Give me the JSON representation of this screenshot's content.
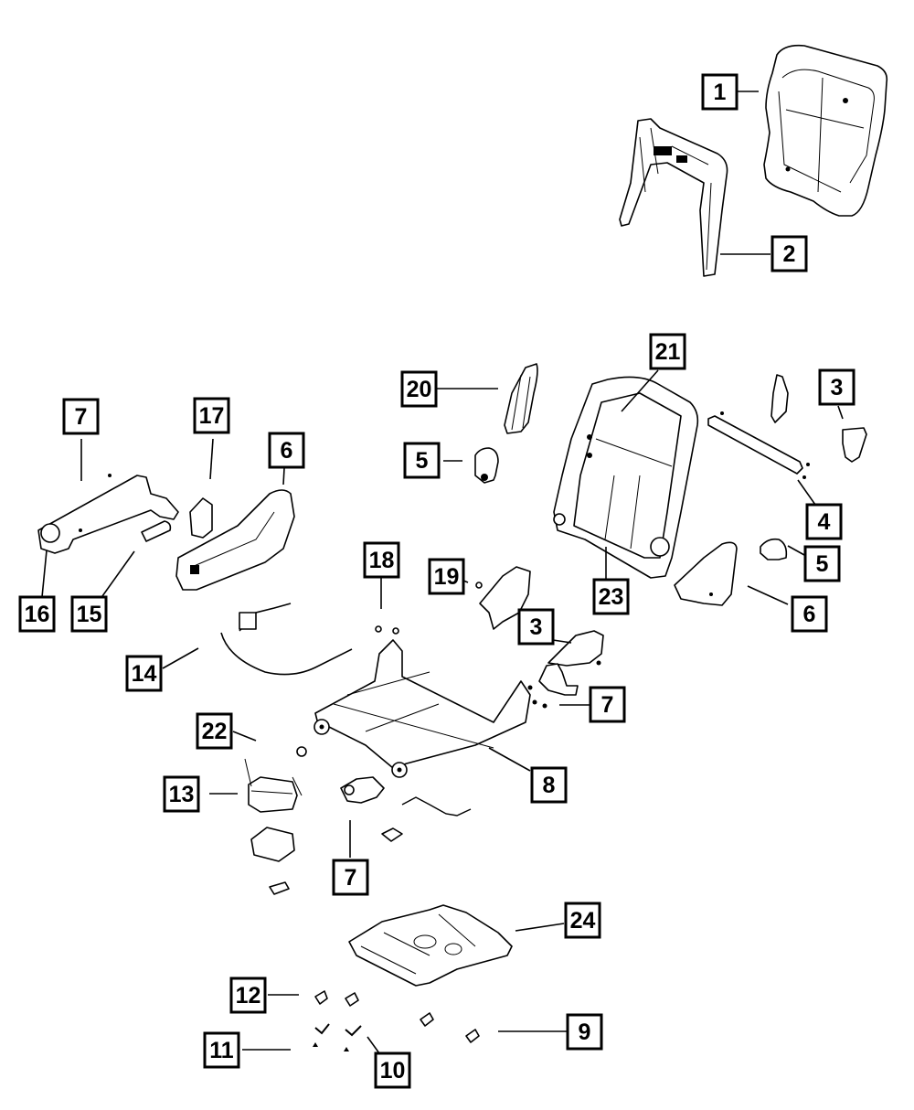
{
  "diagram": {
    "title": "Seat assembly exploded parts diagram",
    "colors": {
      "line": "#000000",
      "background": "#ffffff"
    },
    "callouts": [
      {
        "id": "c1",
        "label": "1",
        "part": "seat-back-cushion-cover"
      },
      {
        "id": "c2",
        "label": "2",
        "part": "seat-back-panel"
      },
      {
        "id": "c3a",
        "label": "3",
        "part": "bracket-upper-right"
      },
      {
        "id": "c4",
        "label": "4",
        "part": "cross-bar"
      },
      {
        "id": "c5a",
        "label": "5",
        "part": "recliner-cover-left"
      },
      {
        "id": "c5b",
        "label": "5",
        "part": "recliner-cover-right"
      },
      {
        "id": "c6a",
        "label": "6",
        "part": "seat-shield-outboard"
      },
      {
        "id": "c6b",
        "label": "6",
        "part": "seat-shield-inboard"
      },
      {
        "id": "c7a",
        "label": "7",
        "part": "side-trim-upper-left"
      },
      {
        "id": "c20",
        "label": "20",
        "part": "side-airbag-module"
      },
      {
        "id": "c21",
        "label": "21",
        "part": "seat-back-frame"
      },
      {
        "id": "c23",
        "label": "23",
        "part": "recliner-mechanism"
      },
      {
        "id": "c17",
        "label": "17",
        "part": "switch-bezel"
      },
      {
        "id": "c16",
        "label": "16",
        "part": "handle-end-cap"
      },
      {
        "id": "c15",
        "label": "15",
        "part": "handle"
      },
      {
        "id": "c18",
        "label": "18",
        "part": "nut"
      },
      {
        "id": "c19",
        "label": "19",
        "part": "push-nut"
      },
      {
        "id": "c3b",
        "label": "3",
        "part": "bracket-lower"
      },
      {
        "id": "c14",
        "label": "14",
        "part": "wiring-harness"
      },
      {
        "id": "c7b",
        "label": "7",
        "part": "side-trim-right"
      },
      {
        "id": "c22",
        "label": "22",
        "part": "clip"
      },
      {
        "id": "c8",
        "label": "8",
        "part": "seat-adjuster-track"
      },
      {
        "id": "c13",
        "label": "13",
        "part": "control-module"
      },
      {
        "id": "c7c",
        "label": "7",
        "part": "side-trim-lower"
      },
      {
        "id": "c24",
        "label": "24",
        "part": "seat-cushion-pan"
      },
      {
        "id": "c12",
        "label": "12",
        "part": "retainer"
      },
      {
        "id": "c9",
        "label": "9",
        "part": "clip-bracket"
      },
      {
        "id": "c11",
        "label": "11",
        "part": "screw"
      },
      {
        "id": "c10",
        "label": "10",
        "part": "hook"
      }
    ]
  }
}
